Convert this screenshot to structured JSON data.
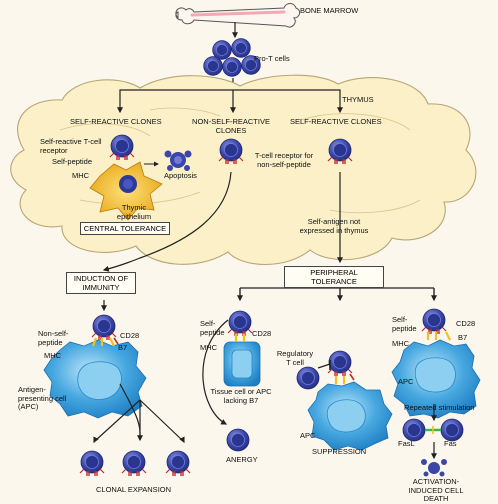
{
  "labels": {
    "bone_marrow": "BONE MARROW",
    "pro_t_cells": "Pro-T cells",
    "thymus": "THYMUS",
    "self_reactive_clones_left": "SELF-REACTIVE CLONES",
    "non_self_reactive_clones": "NON-SELF-REACTIVE CLONES",
    "self_reactive_clones_right": "SELF-REACTIVE CLONES",
    "self_reactive_tcr": "Self-reactive T-cell receptor",
    "self_peptide_left": "Self-peptide",
    "mhc_left": "MHC",
    "apoptosis": "Apoptosis",
    "thymic_epithelium": "Thymic epithelium",
    "tcr_non_self": "T-cell receptor for non-self-peptide",
    "central_tolerance": "CENTRAL TOLERANCE",
    "self_antigen_not_expressed": "Self-antigen not expressed in thymus",
    "peripheral_tolerance": "PERIPHERAL TOLERANCE",
    "induction_of_immunity": "INDUCTION OF IMMUNITY",
    "non_self_peptide": "Non-self-peptide",
    "cd28_left": "CD28",
    "b7_left": "B7",
    "mhc_bottom_left": "MHC",
    "apc_label_left": "Antigen-presenting cell (APC)",
    "clonal_expansion": "CLONAL EXPANSION",
    "self_peptide_mid": "Self-peptide",
    "cd28_mid": "CD28",
    "mhc_mid": "MHC",
    "tissue_cell": "Tissue cell or APC lacking B7",
    "anergy": "ANERGY",
    "regulatory_t_cell": "Regulatory T cell",
    "apc_mid": "APC",
    "suppression": "SUPPRESSION",
    "self_peptide_right": "Self-peptide",
    "cd28_right": "CD28",
    "mhc_right": "MHC",
    "b7_right": "B7",
    "apc_right": "APC",
    "repeated_stimulation": "Repeated stimulation",
    "fasl": "FasL",
    "fas": "Fas",
    "aicd": "ACTIVATION-INDUCED CELL DEATH"
  },
  "colors": {
    "thymus_fill": "#fbf0c8",
    "thymus_stroke": "#b8a574",
    "t_cell": "#3a46a8",
    "t_cell_nucleus": "#28328a",
    "apc": "#3a9fdc",
    "apc_nucleus": "#8dcff0",
    "epithelium": "#f2b51c",
    "receptor": "#c2282e",
    "bone": "#f8c8cf"
  },
  "icons": [
    "bone-icon",
    "t-cell-icon",
    "apc-icon",
    "epithelium-icon"
  ]
}
